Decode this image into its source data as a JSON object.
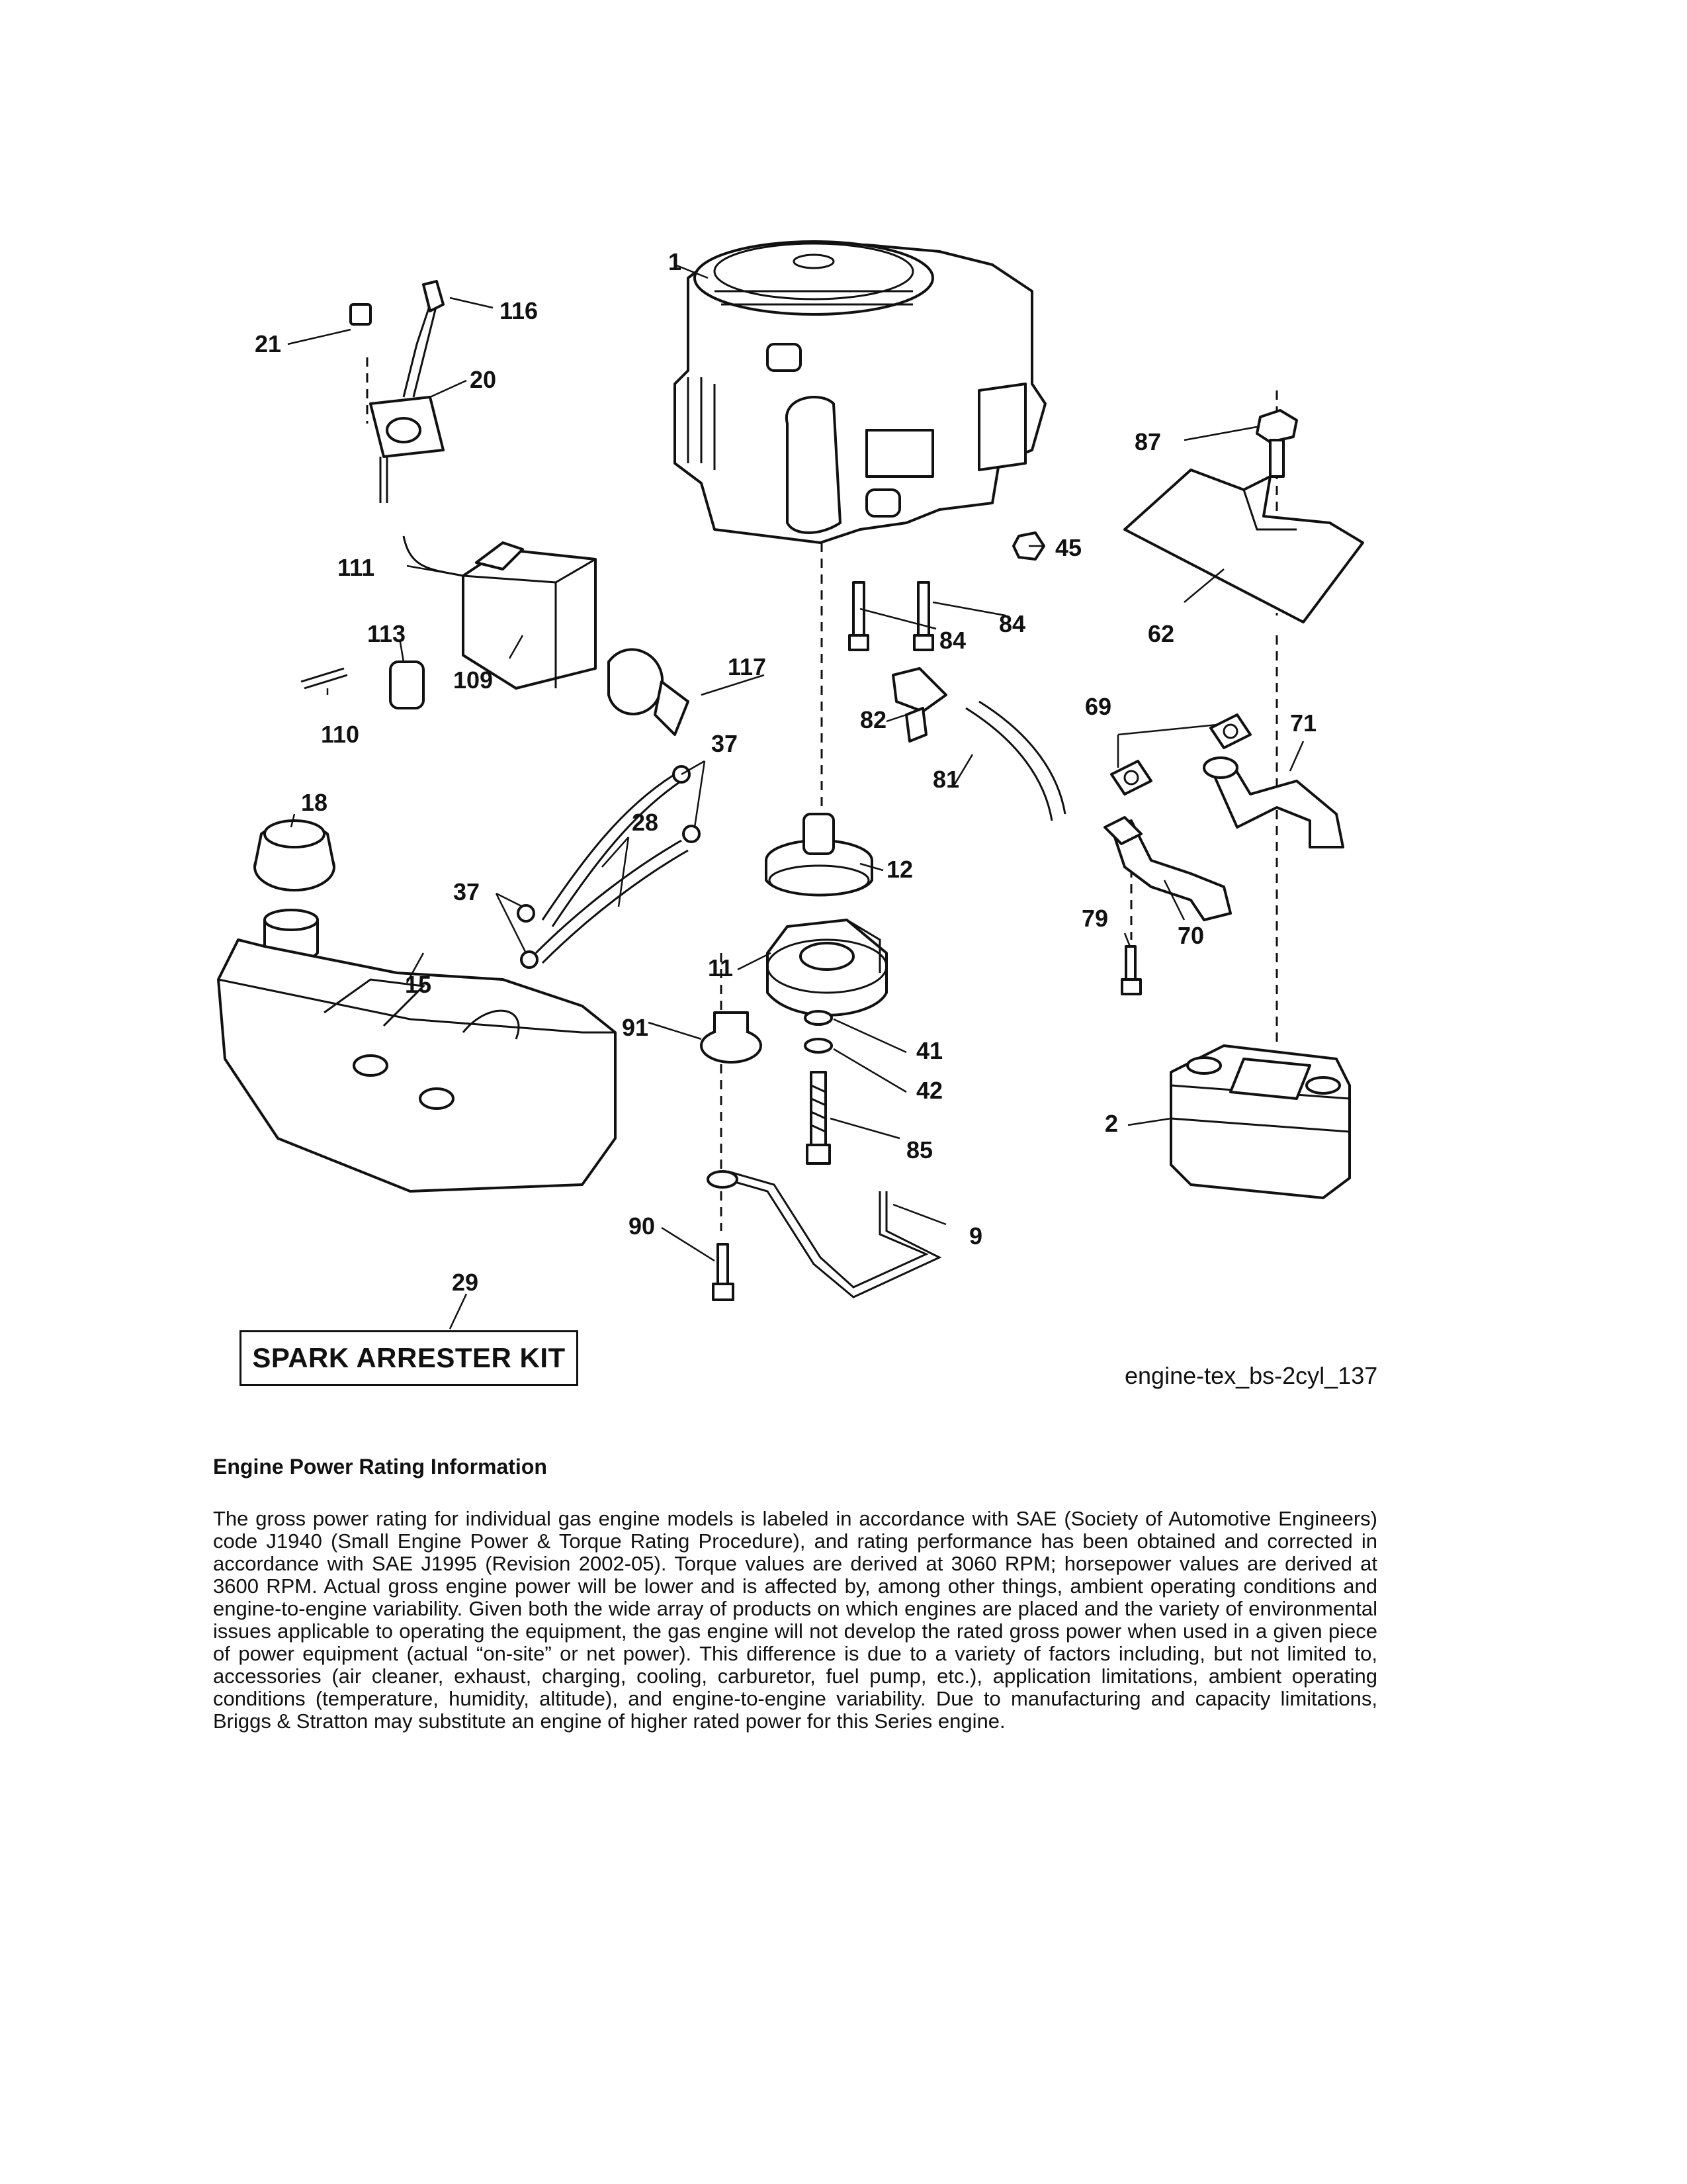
{
  "diagram": {
    "reference_id": "engine-tex_bs-2cyl_137",
    "kit_label": "SPARK ARRESTER KIT",
    "callouts": {
      "c1": "1",
      "c2": "2",
      "c9": "9",
      "c11": "11",
      "c12": "12",
      "c15": "15",
      "c18": "18",
      "c20": "20",
      "c21": "21",
      "c28": "28",
      "c29": "29",
      "c37a": "37",
      "c37b": "37",
      "c41": "41",
      "c42": "42",
      "c45": "45",
      "c62": "62",
      "c69": "69",
      "c70": "70",
      "c71": "71",
      "c79": "79",
      "c81": "81",
      "c82": "82",
      "c84a": "84",
      "c84b": "84",
      "c85": "85",
      "c87": "87",
      "c90": "90",
      "c91": "91",
      "c109": "109",
      "c110": "110",
      "c111": "111",
      "c113": "113",
      "c116": "116",
      "c117": "117"
    }
  },
  "info": {
    "title": "Engine Power Rating Information",
    "body": "The gross power rating for individual gas engine models is labeled in accordance with SAE (Society of Automotive Engineers) code J1940 (Small Engine Power & Torque Rating Procedure), and rating performance has been obtained and corrected in accordance with SAE J1995 (Revision 2002-05). Torque values are derived at 3060 RPM; horsepower values are derived at 3600 RPM. Actual gross engine power will be lower and is affected by, among other things, ambient operating conditions and engine-to-engine variability. Given both the wide array of products on which engines are placed and the variety of environmental issues applicable to operating the equipment, the gas engine will not develop the rated gross power when used in a given piece of power equipment (actual “on-site” or net power). This difference is due to a variety of factors including, but not limited to, accessories (air cleaner, exhaust, charging, cooling, carburetor, fuel pump, etc.), application limitations, ambient operating conditions (temperature, humidity, altitude), and engine-to-engine variability. Due to manufacturing and capacity limitations, Briggs & Stratton may substitute an engine of higher rated power for this Series engine."
  }
}
